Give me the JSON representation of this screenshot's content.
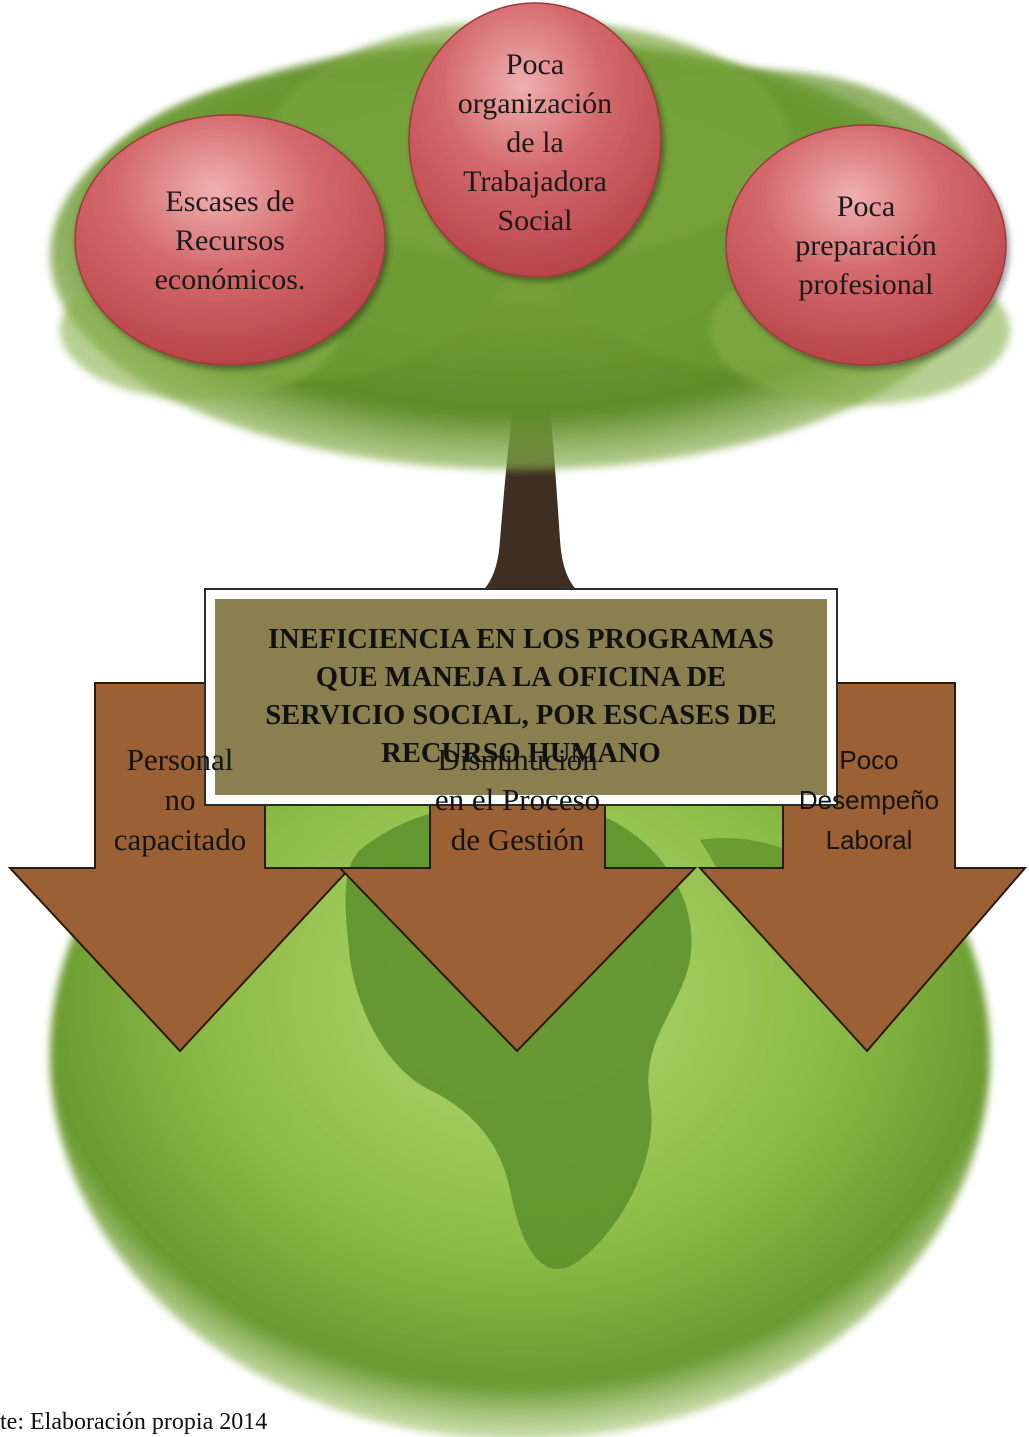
{
  "causes": [
    {
      "id": "escases-recursos",
      "text": "Escases de\nRecursos\neconómicos."
    },
    {
      "id": "poca-organizacion",
      "text": "Poca\norganización\nde la\nTrabajadora\nSocial"
    },
    {
      "id": "poca-preparacion",
      "text": "Poca\npreparación\nprofesional"
    }
  ],
  "problem": {
    "text": "INEFICIENCIA EN LOS PROGRAMAS\nQUE MANEJA LA OFICINA DE\nSERVICIO SOCIAL, POR ESCASES DE\nRECURSO HUMANO"
  },
  "effects": [
    {
      "id": "personal-no-capacitado",
      "text": "Personal\nno\ncapacitado"
    },
    {
      "id": "disminucion-proceso",
      "text": "Disminución\nen el Proceso\nde Gestión"
    },
    {
      "id": "poco-desempeno",
      "text": "Poco\nDesempeño\nLaboral"
    }
  ],
  "source": "te: Elaboración propia 2014",
  "colors": {
    "cause_fill": "#c9575c",
    "cause_highlight": "#f2b3b3",
    "problem_fill": "#8a7f4f",
    "arrow_fill": "#9b6134",
    "foliage": "#6f9a34",
    "globe": "#8fbb4a",
    "trunk": "#3e2f22"
  },
  "icons": [
    "tree-illustration",
    "globe-illustration"
  ]
}
